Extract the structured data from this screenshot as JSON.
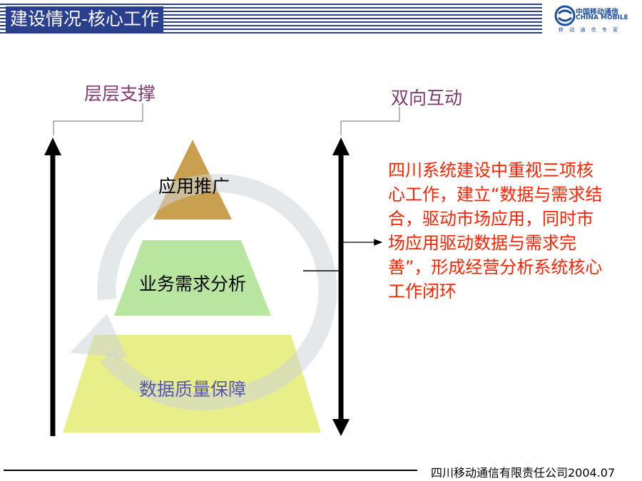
{
  "header": {
    "title": "建设情况-核心工作",
    "logo": {
      "name_cn": "中国移动通信",
      "name_en": "CHINA MOBILE",
      "slogan": "移 动 通 信 专 家",
      "icon": "china-mobile-logo-icon"
    }
  },
  "labels": {
    "left": "层层支撑",
    "right": "双向互动"
  },
  "pyramid": {
    "top": "应用推广",
    "middle": "业务需求分析",
    "bottom": "数据质量保障"
  },
  "description": "四川系统建设中重视三项核心工作，建立“数据与需求结合，驱动市场应用，同时市场应用驱动数据与需求完善”，形成经营分析系统核心工作闭环",
  "footer": {
    "text": "四川移动通信有限责任公司2004.07"
  },
  "colors": {
    "title_bg": "#2b3f8f",
    "label": "#7d3a6e",
    "highlight": "#ff2200",
    "pyramid_top": "#c8a050",
    "pyramid_middle": "#b8e6a0",
    "pyramid_bottom": "#e8ee88"
  }
}
